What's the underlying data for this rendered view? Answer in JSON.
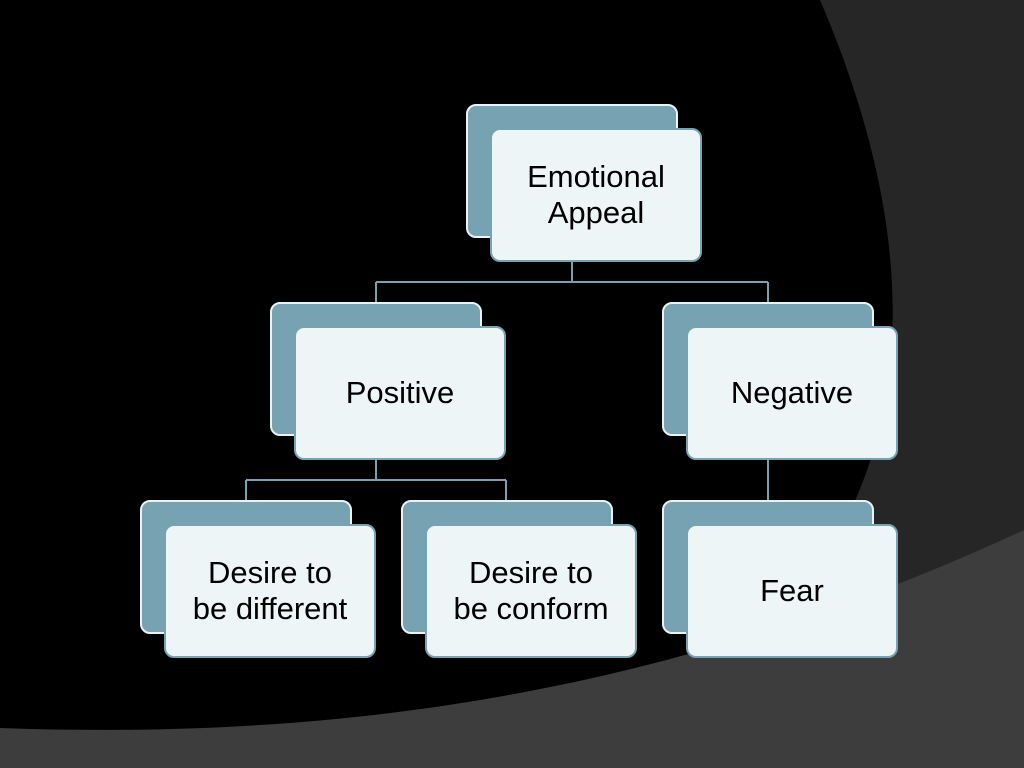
{
  "diagram": {
    "root": {
      "label": "Emotional\nAppeal"
    },
    "positive": {
      "label": "Positive",
      "children": [
        {
          "label": "Desire to\nbe different"
        },
        {
          "label": "Desire to\nbe conform"
        }
      ]
    },
    "negative": {
      "label": "Negative",
      "children": [
        {
          "label": "Fear"
        }
      ]
    }
  },
  "colors": {
    "background": "#000000",
    "band_dark": "#262626",
    "band_mid": "#3d3d3d",
    "node_back": "#76a2b1",
    "node_front": "#eef5f6",
    "connector": "#76a2b1"
  }
}
